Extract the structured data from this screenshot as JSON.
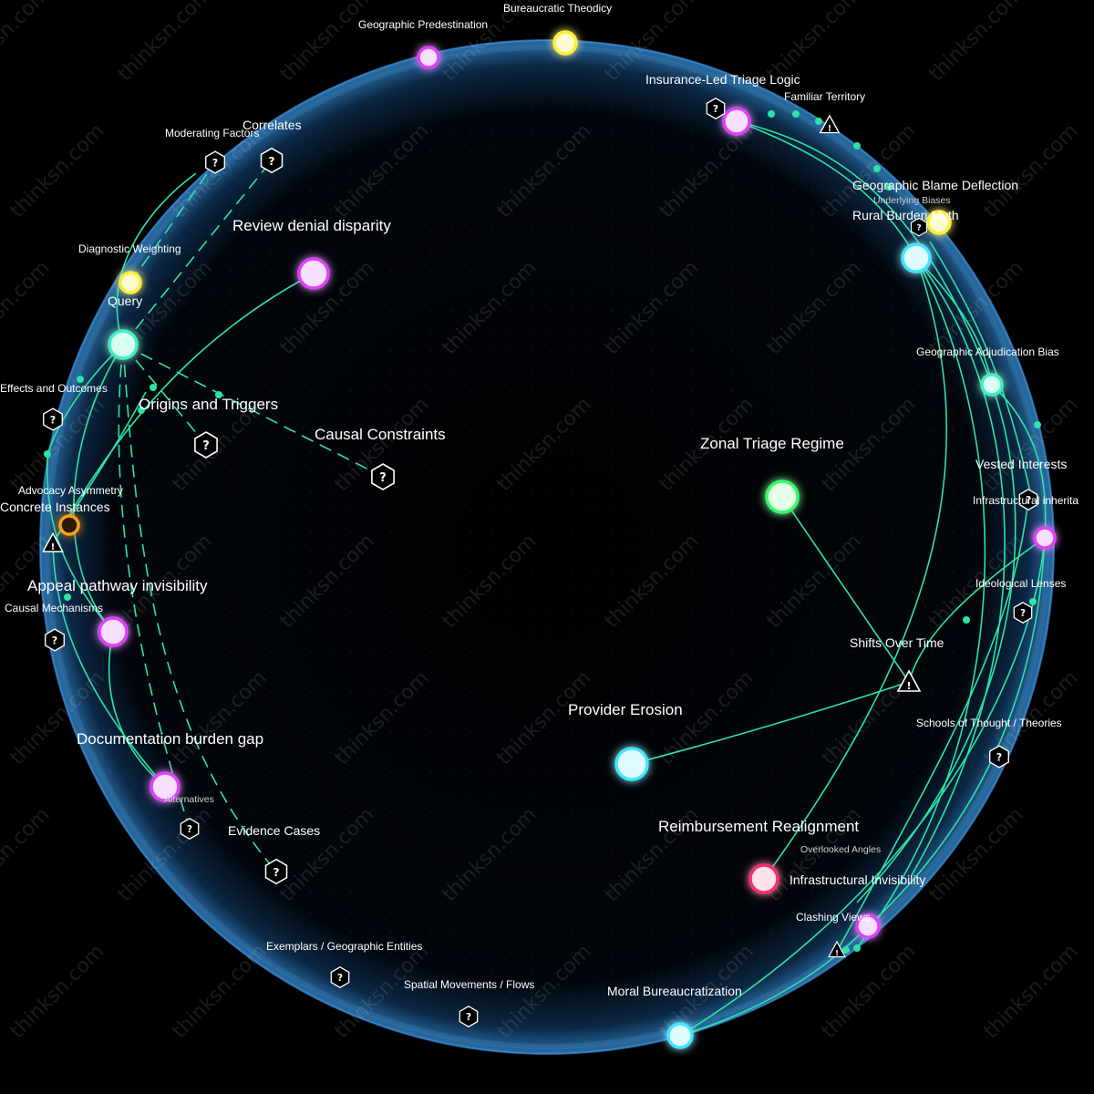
{
  "watermark": "thinksn.com",
  "colors": {
    "edge": "#2de3a6",
    "magenta": "#e040fb",
    "cyan": "#40e6ff",
    "yellow": "#ffee33",
    "green": "#33ff66",
    "red": "#ff2a6d",
    "orange": "#ff9f1a",
    "teal": "#3ff0c0",
    "sphere_edge": "#4fa6ff"
  },
  "nodes": [
    {
      "id": "review-denial-disparity",
      "label": "Review denial disparity",
      "color": "magenta"
    },
    {
      "id": "query",
      "label": "Query",
      "color": "teal"
    },
    {
      "id": "appeal-pathway-invisibility",
      "label": "Appeal pathway invisibility",
      "color": "magenta"
    },
    {
      "id": "documentation-burden-gap",
      "label": "Documentation burden gap",
      "color": "magenta"
    },
    {
      "id": "zonal-triage-regime",
      "label": "Zonal Triage Regime",
      "color": "green"
    },
    {
      "id": "provider-erosion",
      "label": "Provider Erosion",
      "color": "cyan"
    },
    {
      "id": "reimbursement-realignment",
      "label": "Reimbursement Realignment",
      "color": "red"
    },
    {
      "id": "moral-bureaucratization",
      "label": "Moral Bureaucratization",
      "color": "cyan"
    },
    {
      "id": "insurance-led-triage-logic",
      "label": "Insurance-Led Triage Logic",
      "color": "magenta"
    },
    {
      "id": "rural-burden-myth",
      "label": "Rural Burden Myth",
      "color": "cyan"
    },
    {
      "id": "geographic-blame-deflection",
      "label": "Geographic Blame Deflection",
      "color": "yellow"
    },
    {
      "id": "geographic-adjudication-bias",
      "label": "Geographic Adjudication Bias",
      "color": "teal"
    },
    {
      "id": "infrastructural-inheritance",
      "label": "Infrastructural inherita",
      "color": "magenta"
    },
    {
      "id": "infrastructural-invisibility",
      "label": "Infrastructural Invisibility",
      "color": "magenta"
    },
    {
      "id": "geographic-predestination",
      "label": "Geographic Predestination",
      "color": "magenta"
    },
    {
      "id": "bureaucratic-theodicy",
      "label": "Bureaucratic Theodicy",
      "color": "yellow"
    },
    {
      "id": "diagnostic-weighting",
      "label": "Diagnostic Weighting",
      "color": "yellow"
    },
    {
      "id": "advocacy-asymmetry",
      "label": "Advocacy Asymmetry",
      "color": "orange"
    }
  ],
  "facets": [
    {
      "id": "origins-and-triggers",
      "label": "Origins and Triggers",
      "kind": "question"
    },
    {
      "id": "causal-constraints",
      "label": "Causal Constraints",
      "kind": "question"
    },
    {
      "id": "correlates",
      "label": "Correlates",
      "kind": "question"
    },
    {
      "id": "moderating-factors",
      "label": "Moderating Factors",
      "kind": "question"
    },
    {
      "id": "effects-and-outcomes",
      "label": "Effects and Outcomes",
      "kind": "question"
    },
    {
      "id": "concrete-instances",
      "label": "Concrete Instances",
      "kind": "warning"
    },
    {
      "id": "causal-mechanisms",
      "label": "Causal Mechanisms",
      "kind": "question"
    },
    {
      "id": "alternatives",
      "label": "Alternatives",
      "kind": "question"
    },
    {
      "id": "evidence-cases",
      "label": "Evidence Cases",
      "kind": "question"
    },
    {
      "id": "exemplars-geographic-entities",
      "label": "Exemplars / Geographic Entities",
      "kind": "question"
    },
    {
      "id": "spatial-movements-flows",
      "label": "Spatial Movements / Flows",
      "kind": "question"
    },
    {
      "id": "familiar-territory",
      "label": "Familiar Territory",
      "kind": "warning"
    },
    {
      "id": "underlying-biases",
      "label": "Underlying Biases",
      "kind": "question"
    },
    {
      "id": "vested-interests",
      "label": "Vested Interests",
      "kind": "question"
    },
    {
      "id": "ideological-lenses",
      "label": "Ideological Lenses",
      "kind": "question"
    },
    {
      "id": "shifts-over-time",
      "label": "Shifts Over Time",
      "kind": "warning"
    },
    {
      "id": "schools-of-thought",
      "label": "Schools of Thought / Theories",
      "kind": "question"
    },
    {
      "id": "overlooked-angles",
      "label": "Overlooked Angles",
      "kind": "question"
    },
    {
      "id": "clashing-views",
      "label": "Clashing Views",
      "kind": "warning"
    },
    {
      "id": "insurance-question",
      "label": "",
      "kind": "question"
    }
  ]
}
